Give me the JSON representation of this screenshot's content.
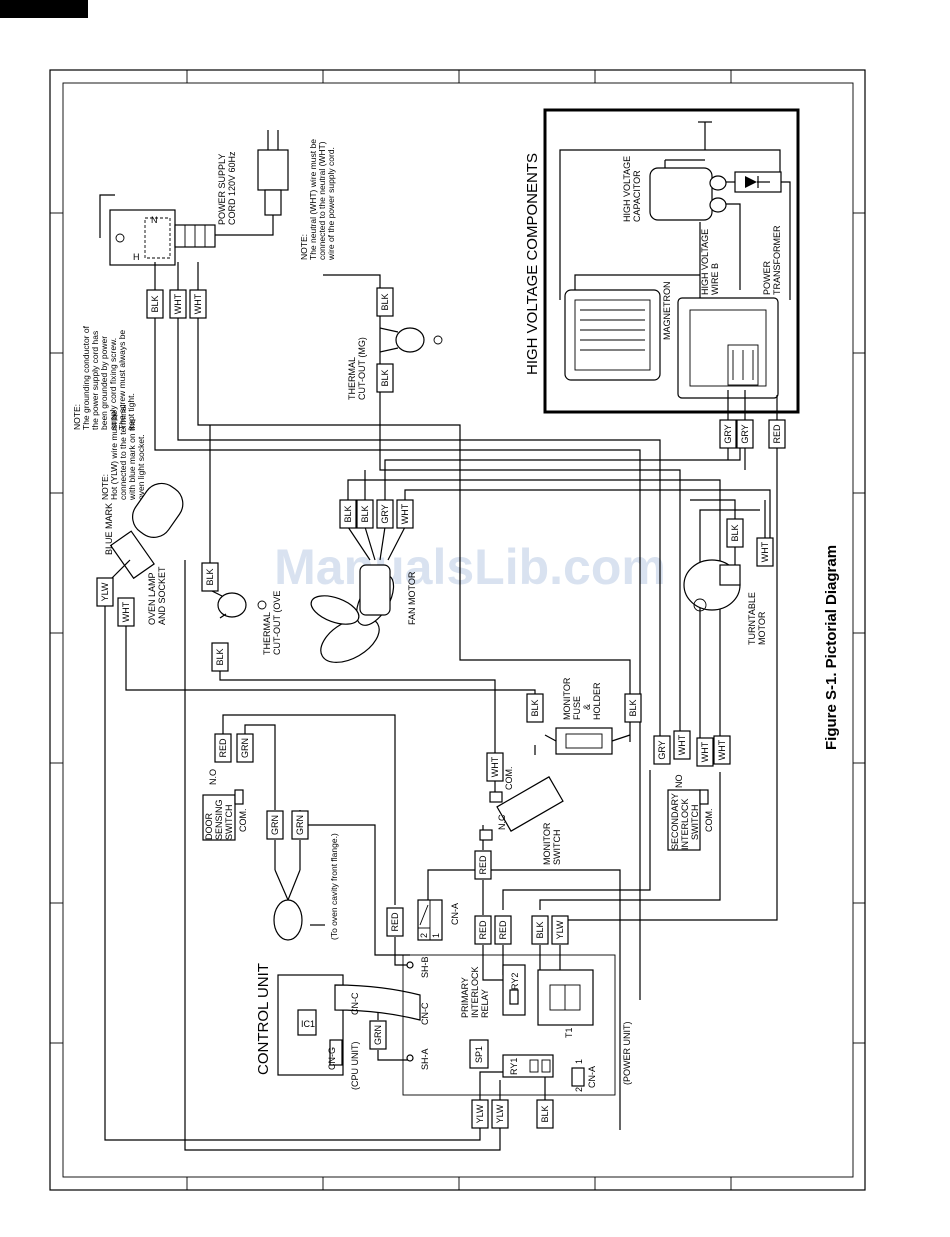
{
  "figure_caption": "Figure S-1. Pictorial Diagram",
  "watermark": "ManualsLib.com",
  "hv_section_title": "HIGH VOLTAGE COMPONENTS",
  "components": {
    "power_supply_cord": [
      "POWER SUPPLY",
      "CORD 120V 60Hz"
    ],
    "magnetron": "MAGNETRON",
    "hv_capacitor": [
      "HIGH VOLTAGE",
      "CAPACITOR"
    ],
    "hv_wire_b": [
      "HIGH VOLTAGE",
      "WIRE B"
    ],
    "power_transformer": [
      "POWER",
      "TRANSFORMER"
    ],
    "thermal_cutout_mg": [
      "THERMAL",
      "CUT-OUT (MG)"
    ],
    "oven_lamp": [
      "OVEN LAMP",
      "AND SOCKET"
    ],
    "blue_mark": "BLUE MARK",
    "thermal_cutout_ove": [
      "THERMAL",
      "CUT-OUT (OVE"
    ],
    "fan_motor": "FAN MOTOR",
    "turntable_motor": [
      "TURNTABLE",
      "MOTOR"
    ],
    "monitor_fuse": [
      "MONITOR",
      "FUSE",
      "&",
      "HOLDER"
    ],
    "monitor_switch": [
      "MONITOR",
      "SWITCH"
    ],
    "door_sensing_switch": [
      "DOOR",
      "SENSING",
      "SWITCH"
    ],
    "secondary_interlock": [
      "SECONDARY",
      "INTERLOCK",
      "SWITCH"
    ],
    "primary_interlock": [
      "PRIMARY",
      "INTERLOCK",
      "RELAY"
    ],
    "control_unit": "CONTROL UNIT",
    "cpu_unit": "(CPU UNIT)",
    "power_unit": "(POWER UNIT)",
    "cavity_flange": "(To oven cavity front flange.)"
  },
  "notes": {
    "neutral": [
      "NOTE:",
      "The neutral (WHT) wire must be",
      "connected to the neutral (WHT)",
      "wire of the power supply cord."
    ],
    "grounding": [
      "NOTE:",
      "The grounding conductor of",
      "the power supply cord has",
      "been grounded by power",
      "supply cord fixing screw.",
      "The screw must always be",
      "kept tight."
    ],
    "hot": [
      "NOTE:",
      "Hot (YLW) wire must be",
      "connected to the terminal",
      "with blue mark on the",
      "oven light socket."
    ]
  },
  "terminals": {
    "com": "COM.",
    "no": "NO",
    "n_o": "N.O",
    "n_c": "N.C",
    "cn_a": "CN-A",
    "cn_c": "CN-C",
    "cn_g": "CN-G",
    "sh_a": "SH-A",
    "sh_b": "SH-B",
    "ic1": "IC1",
    "sp1": "SP1",
    "ry1": "RY1",
    "ry2": "RY2",
    "t1": "T1",
    "n": "N",
    "h": "H",
    "pin1": "1",
    "pin2": "2"
  },
  "wire_colors": {
    "blk": "BLK",
    "wht": "WHT",
    "ylw": "YLW",
    "gry": "GRY",
    "red": "RED",
    "grn": "GRN"
  }
}
